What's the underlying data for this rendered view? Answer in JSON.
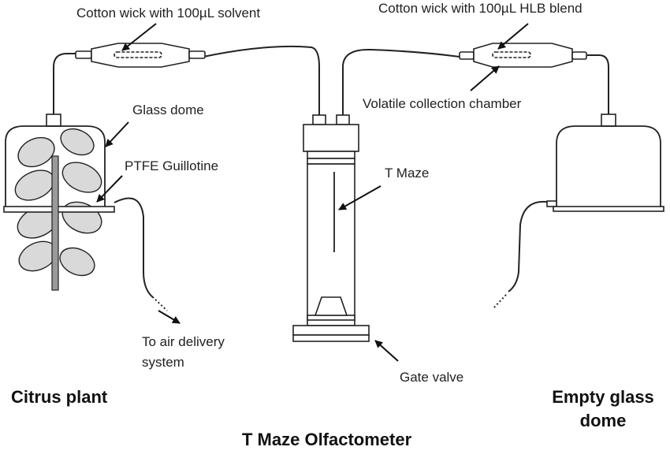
{
  "labels": {
    "wick_solvent": "Cotton wick with 100µL solvent",
    "wick_hlb": "Cotton wick with 100µL HLB blend",
    "collection_chamber": "Volatile collection chamber",
    "glass_dome": "Glass dome",
    "ptfe_guillotine": "PTFE Guillotine",
    "t_maze": "T Maze",
    "air_delivery_line1": "To air delivery",
    "air_delivery_line2": "system",
    "gate_valve": "Gate valve"
  },
  "captions": {
    "citrus_plant": "Citrus plant",
    "olfactometer": "T Maze Olfactometer",
    "empty_dome_line1": "Empty glass",
    "empty_dome_line2": "dome"
  }
}
